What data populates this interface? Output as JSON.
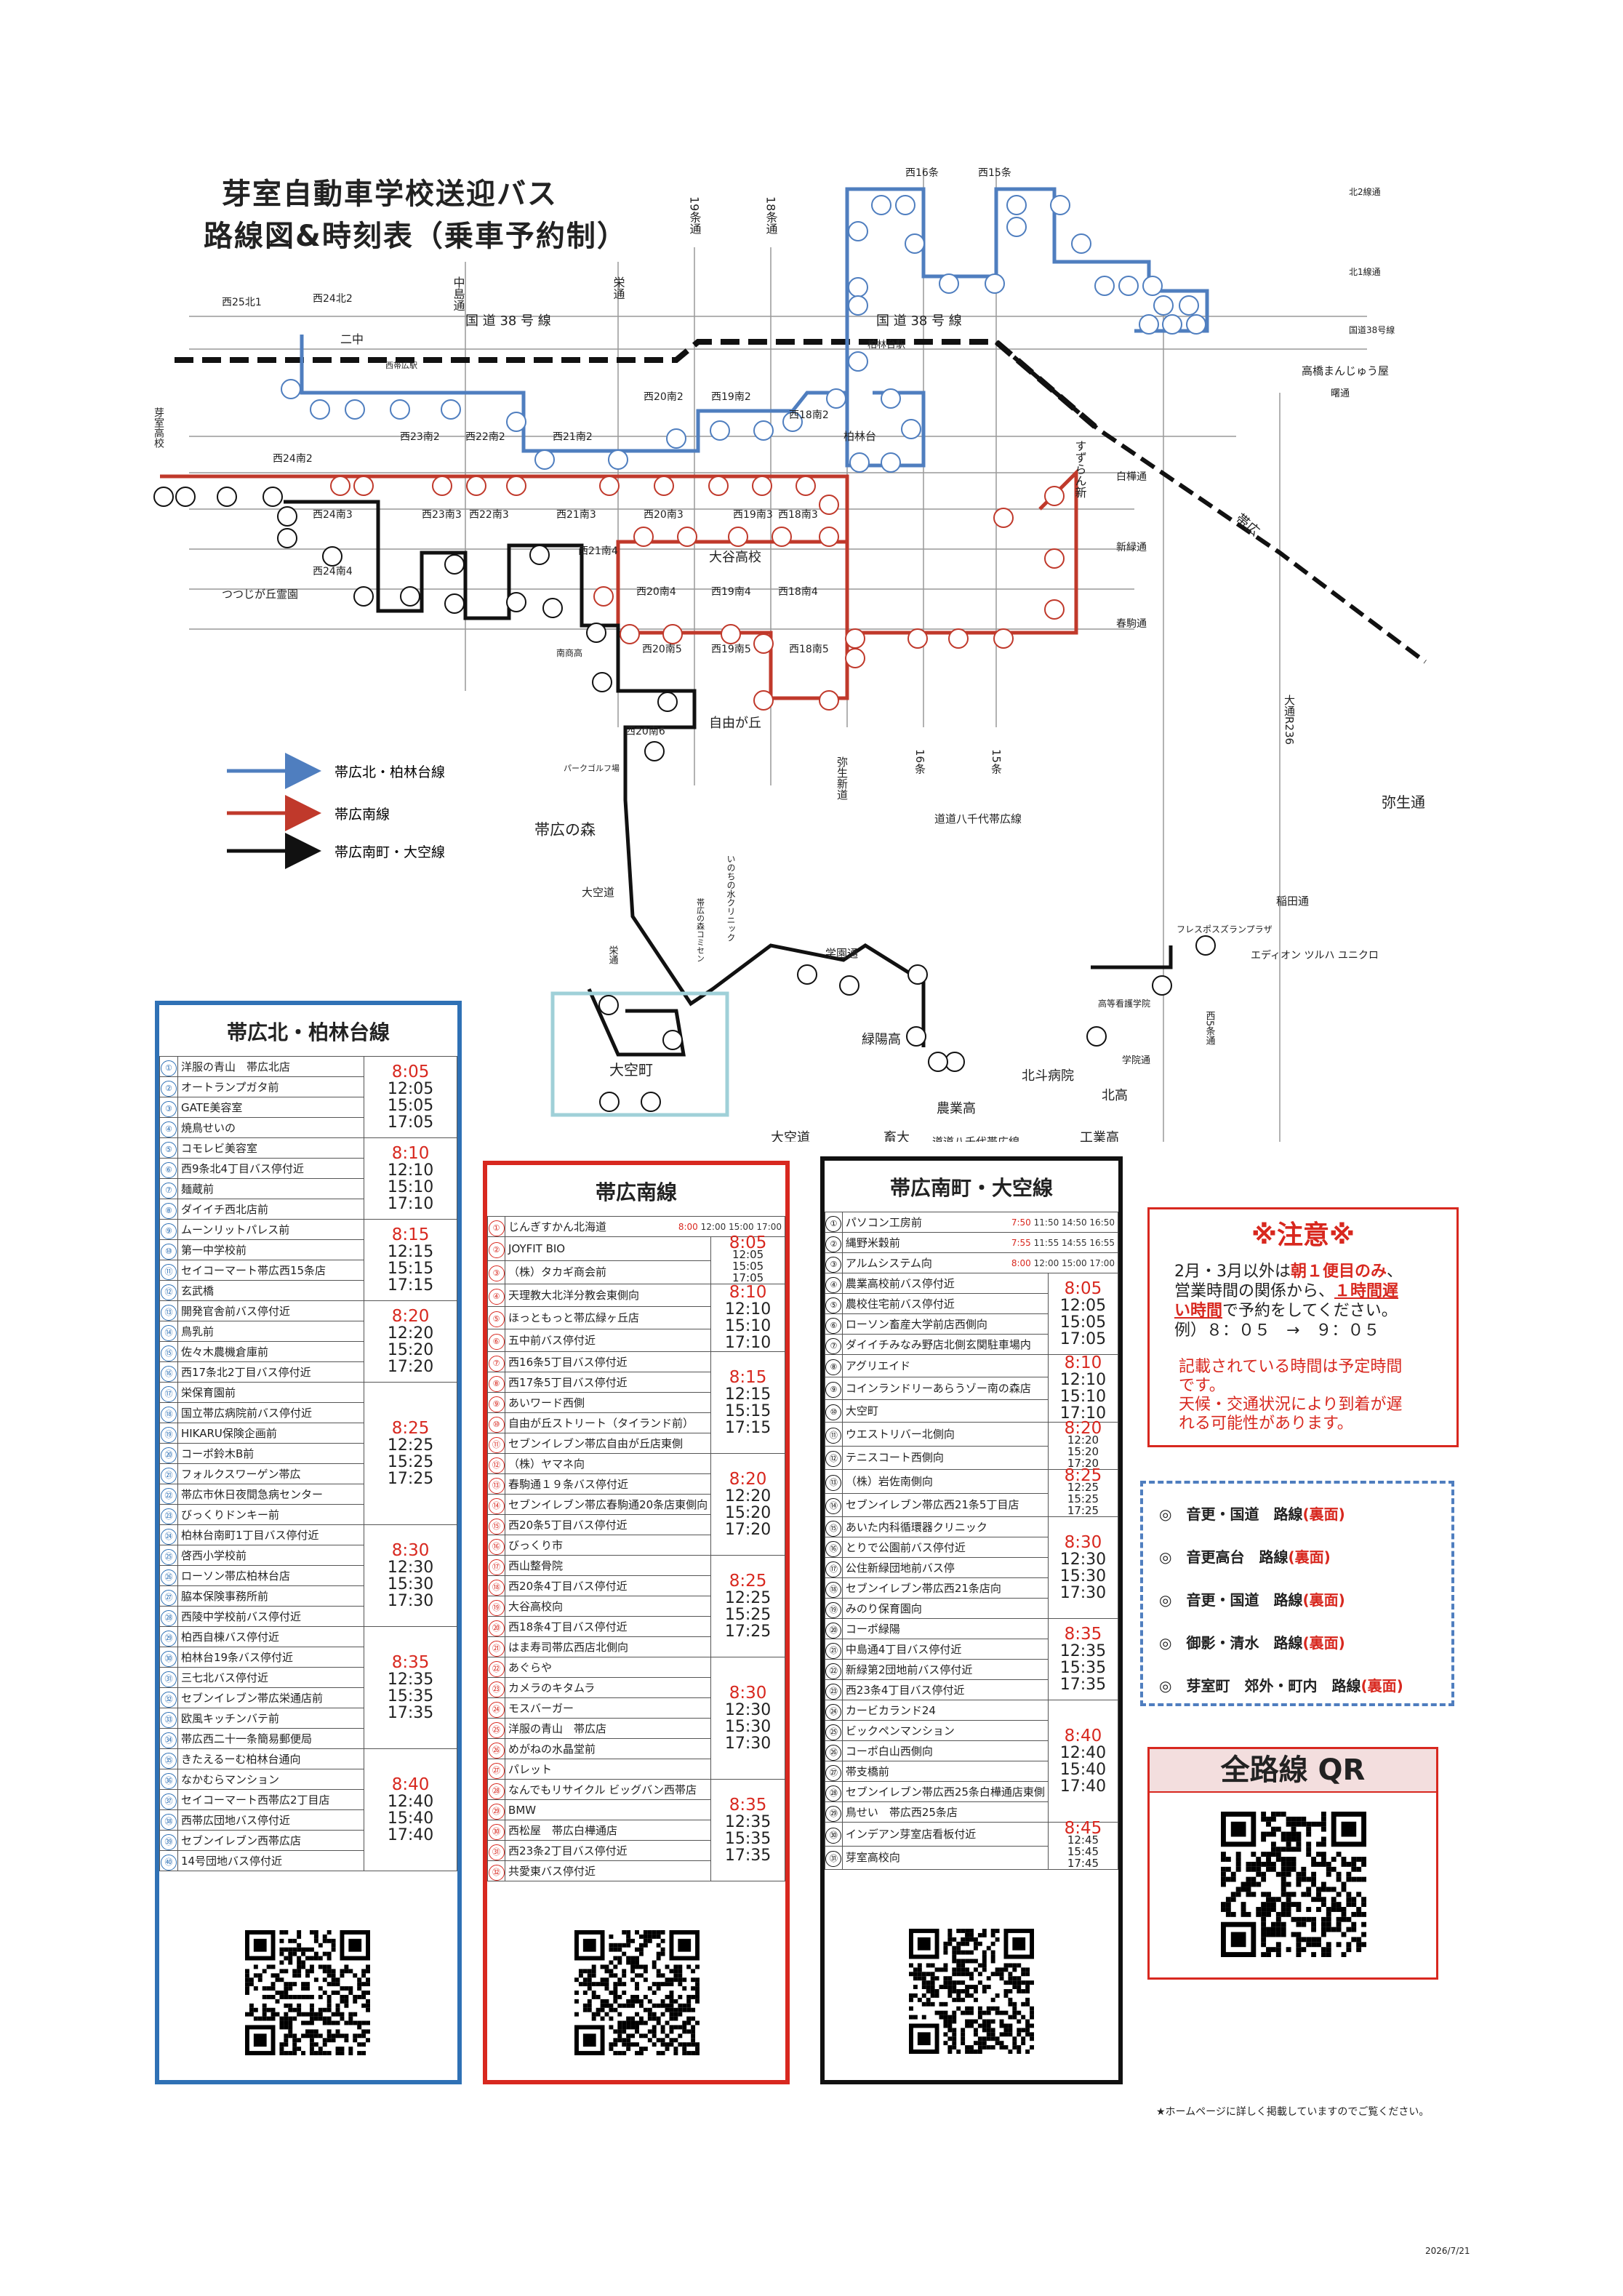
{
  "header": {
    "title_line1": "芽室自動車学校送迎バス",
    "title_line2": "路線図&時刻表（乗車予約制）"
  },
  "map": {
    "legend": [
      {
        "label": "帯広北・柏林台線",
        "color": "#4f7ebf"
      },
      {
        "label": "帯広南線",
        "color": "#c0392b"
      },
      {
        "label": "帯広南町・大空線",
        "color": "#111111"
      }
    ],
    "labels": {
      "west25n1": "西25北1",
      "west24n2": "西24北2",
      "nichu": "二中",
      "nishiobihiro": "西帯広駅",
      "kokudo38_left": "国 道 38 号 線",
      "kokudo38_right": "国 道 38 号 線",
      "nakajima": "中島通",
      "sakae": "栄通",
      "jo19": "19条通",
      "jo18": "18条通",
      "nishi16": "西16条",
      "nishi15": "西15条",
      "kita2": "北2線通",
      "kita1": "北1線通",
      "kokudo38tsu": "国道38号線",
      "hakurindaieki": "柏林台駅",
      "hakurindai": "柏林台",
      "memuro_koko": "芽室高校",
      "west23s2": "西23南2",
      "west22s2": "西22南2",
      "west21s2": "西21南2",
      "west20s2": "西20南2",
      "west19s2": "西19南2",
      "west18s2": "西18南2",
      "west24s2": "西24南2",
      "west24s3": "西24南3",
      "west23s3": "西23南3",
      "west22s3": "西22南3",
      "west21s3": "西21南3",
      "west20s3": "西20南3",
      "west19s3": "西19南3",
      "west18s3": "西18南3",
      "west21s4": "西21南4",
      "west20s4": "西20南4",
      "west19s4": "西19南4",
      "west18s4": "西18南4",
      "west24s4": "西24南4",
      "west20s5": "西20南5",
      "west19s5": "西19南5",
      "west18s5": "西18南5",
      "west20s6": "西20南6",
      "tsutsujigaoka": "つつじが丘霊園",
      "nanshoko": "南商高",
      "otani": "大谷高校",
      "jiyugaoka": "自由が丘",
      "hakuyo": "白樺通",
      "shinryoku": "新緑通",
      "haruko": "春駒通",
      "suzuran": "すずらん新",
      "takanashi": "高橋まんじゅう屋",
      "yotsuya": "曙通",
      "obihiro": "帯広",
      "park_golf": "パークゴルフ場",
      "obihiro_no_mori": "帯広の森",
      "yayoi_shinmichi": "弥生新道",
      "jo16": "16条",
      "jo15": "15条",
      "doudou": "道道八千代帯広線",
      "doudou2": "道道八千代帯広線",
      "odori": "大通R236",
      "yayoi": "弥生通",
      "inochi": "いのちの水クリニック",
      "mori_kokoyan": "帯広の森コミセン",
      "ozora_michi": "大空道",
      "sakae2": "栄通",
      "gakuen": "学園通",
      "kashiwa": "稲田通",
      "plaza": "フレスポスズランプラザ",
      "edeon": "エディオン ツルハ ユニクロ",
      "koutou_kango": "高等看護学院",
      "nishi5": "西5条通",
      "gakuin": "学院通",
      "ozora_cho": "大空町",
      "ryokuyo": "緑陽高",
      "hokuto": "北斗病院",
      "hokusho": "北高",
      "nouchiku": "農業高",
      "ozora_road": "大空道",
      "chikudai": "畜大",
      "kougyou": "工業高"
    }
  },
  "tables": {
    "north": {
      "title": "帯広北・柏林台線",
      "groups": [
        {
          "stops": [
            [
              "①",
              "洋服の青山　帯広北店"
            ],
            [
              "②",
              "オートランプガタ前"
            ],
            [
              "③",
              "GATE美容室"
            ],
            [
              "④",
              "焼鳥せいの"
            ]
          ],
          "times": [
            "8:05",
            "12:05",
            "15:05",
            "17:05"
          ]
        },
        {
          "stops": [
            [
              "⑤",
              "コモレビ美容室"
            ],
            [
              "⑥",
              "西9条北4丁目バス停付近"
            ],
            [
              "⑦",
              "麺蔵前"
            ],
            [
              "⑧",
              "ダイイチ西北店前"
            ]
          ],
          "times": [
            "8:10",
            "12:10",
            "15:10",
            "17:10"
          ]
        },
        {
          "stops": [
            [
              "⑨",
              "ムーンリットパレス前"
            ],
            [
              "⑩",
              "第一中学校前"
            ],
            [
              "⑪",
              "セイコーマート帯広西15条店"
            ],
            [
              "⑫",
              "玄武橋"
            ]
          ],
          "times": [
            "8:15",
            "12:15",
            "15:15",
            "17:15"
          ]
        },
        {
          "stops": [
            [
              "⑬",
              "開発官舎前バス停付近"
            ],
            [
              "⑭",
              "鳥乳前"
            ],
            [
              "⑮",
              "佐々木農機倉庫前"
            ],
            [
              "⑯",
              "西17条北2丁目バス停付近"
            ]
          ],
          "times": [
            "8:20",
            "12:20",
            "15:20",
            "17:20"
          ]
        },
        {
          "stops": [
            [
              "⑰",
              "栄保育園前"
            ],
            [
              "⑱",
              "国立帯広病院前バス停付近"
            ],
            [
              "⑲",
              "HIKARU保険企画前"
            ],
            [
              "⑳",
              "コーポ鈴木B前"
            ],
            [
              "㉑",
              "フォルクスワーゲン帯広"
            ],
            [
              "㉒",
              "帯広市休日夜間急病センター"
            ],
            [
              "㉓",
              "びっくりドンキー前"
            ]
          ],
          "times": [
            "8:25",
            "12:25",
            "15:25",
            "17:25"
          ]
        },
        {
          "stops": [
            [
              "㉔",
              "柏林台南町1丁目バス停付近"
            ],
            [
              "㉕",
              "啓西小学校前"
            ],
            [
              "㉖",
              "ローソン帯広柏林台店"
            ],
            [
              "㉗",
              "脇本保険事務所前"
            ],
            [
              "㉘",
              "西陵中学校前バス停付近"
            ]
          ],
          "times": [
            "8:30",
            "12:30",
            "15:30",
            "17:30"
          ]
        },
        {
          "stops": [
            [
              "㉙",
              "柏西自棟バス停付近"
            ],
            [
              "㉚",
              "柏林台19条バス停付近"
            ],
            [
              "㉛",
              "三七北バス停付近"
            ],
            [
              "㉜",
              "セブンイレブン帯広栄通店前"
            ],
            [
              "㉝",
              "欧風キッチンバテ前"
            ],
            [
              "㉞",
              "帯広西二十一条簡易郵便局"
            ]
          ],
          "times": [
            "8:35",
            "12:35",
            "15:35",
            "17:35"
          ]
        },
        {
          "stops": [
            [
              "㉟",
              "きたえるーむ柏林台通向"
            ],
            [
              "㊱",
              "なかむらマンション"
            ],
            [
              "㊲",
              "セイコーマート西帯広2丁目店"
            ],
            [
              "㊳",
              "西帯広団地バス停付近"
            ],
            [
              "㊴",
              "セブンイレブン西帯広店"
            ],
            [
              "㊵",
              "14号団地バス停付近"
            ]
          ],
          "times": [
            "8:40",
            "12:40",
            "15:40",
            "17:40"
          ]
        }
      ]
    },
    "south": {
      "title": "帯広南線",
      "first": [
        [
          "①",
          "じんぎすかん北海道"
        ]
      ],
      "first_inline": {
        "first": "8:00",
        "rest": "12:00 15:00 17:00"
      },
      "groups": [
        {
          "stops": [
            [
              "②",
              "JOYFIT BIO"
            ],
            [
              "③",
              "（株）タカギ商会前"
            ]
          ],
          "times_small": [
            "8:05",
            "12:05",
            "15:05",
            "17:05"
          ]
        },
        {
          "stops": [
            [
              "④",
              "天理教大北洋分教会東側向"
            ],
            [
              "⑤",
              "ほっともっと帯広緑ヶ丘店"
            ],
            [
              "⑥",
              "五中前バス停付近"
            ]
          ],
          "times": [
            "8:10",
            "12:10",
            "15:10",
            "17:10"
          ]
        },
        {
          "stops": [
            [
              "⑦",
              "西16条5丁目バス停付近"
            ],
            [
              "⑧",
              "西17条5丁目バス停付近"
            ],
            [
              "⑨",
              "あいワード西側"
            ],
            [
              "⑩",
              "自由が丘ストリート（タイランド前）"
            ],
            [
              "⑪",
              "セブンイレブン帯広自由が丘店東側"
            ]
          ],
          "times": [
            "8:15",
            "12:15",
            "15:15",
            "17:15"
          ]
        },
        {
          "stops": [
            [
              "⑫",
              "（株）ヤマネ向"
            ],
            [
              "⑬",
              "春駒通１９条バス停付近"
            ],
            [
              "⑭",
              "セブンイレブン帯広春駒通20条店東側向"
            ],
            [
              "⑮",
              "西20条5丁目バス停付近"
            ],
            [
              "⑯",
              "びっくり市"
            ]
          ],
          "times": [
            "8:20",
            "12:20",
            "15:20",
            "17:20"
          ]
        },
        {
          "stops": [
            [
              "⑰",
              "西山整骨院"
            ],
            [
              "⑱",
              "西20条4丁目バス停付近"
            ],
            [
              "⑲",
              "大谷高校向"
            ],
            [
              "⑳",
              "西18条4丁目バス停付近"
            ],
            [
              "㉑",
              "はま寿司帯広西店北側向"
            ]
          ],
          "times": [
            "8:25",
            "12:25",
            "15:25",
            "17:25"
          ]
        },
        {
          "stops": [
            [
              "㉒",
              "あぐらや"
            ],
            [
              "㉓",
              "カメラのキタムラ"
            ],
            [
              "㉔",
              "モスバーガー"
            ],
            [
              "㉕",
              "洋服の青山　帯広店"
            ],
            [
              "㉖",
              "めがねの水晶堂前"
            ],
            [
              "㉗",
              "パレット"
            ]
          ],
          "times": [
            "8:30",
            "12:30",
            "15:30",
            "17:30"
          ]
        },
        {
          "stops": [
            [
              "㉘",
              "なんでもリサイクル ビッグバン西帯店"
            ],
            [
              "㉙",
              "BMW"
            ],
            [
              "㉚",
              "西松屋　帯広白樺通店"
            ],
            [
              "㉛",
              "西23条2丁目バス停付近"
            ],
            [
              "㉜",
              "共愛東バス停付近"
            ]
          ],
          "times": [
            "8:35",
            "12:35",
            "15:35",
            "17:35"
          ]
        }
      ]
    },
    "southtown": {
      "title": "帯広南町・大空線",
      "inline_rows": [
        {
          "stop": [
            "①",
            "パソコン工房前"
          ],
          "first": "7:50",
          "rest": "11:50 14:50 16:50"
        },
        {
          "stop": [
            "②",
            "縄野米穀前"
          ],
          "first": "7:55",
          "rest": "11:55 14:55 16:55"
        },
        {
          "stop": [
            "③",
            "アルムシステム向"
          ],
          "first": "8:00",
          "rest": "12:00 15:00 17:00"
        }
      ],
      "groups": [
        {
          "stops": [
            [
              "④",
              "農業高校前バス停付近"
            ],
            [
              "⑤",
              "農校住宅前バス停付近"
            ],
            [
              "⑥",
              "ローソン畜産大学前店西側向"
            ],
            [
              "⑦",
              "ダイイチみなみ野店北側玄関駐車場内"
            ]
          ],
          "times": [
            "8:05",
            "12:05",
            "15:05",
            "17:05"
          ]
        },
        {
          "stops": [
            [
              "⑧",
              "アグリエイド"
            ],
            [
              "⑨",
              "コインランドリーあらうゾー南の森店"
            ],
            [
              "⑩",
              "大空町"
            ]
          ],
          "times": [
            "8:10",
            "12:10",
            "15:10",
            "17:10"
          ]
        },
        {
          "stops": [
            [
              "⑪",
              "ウエストリバー北側向"
            ],
            [
              "⑫",
              "テニスコート西側向"
            ]
          ],
          "times_small": [
            "8:20",
            "12:20",
            "15:20",
            "17:20"
          ]
        },
        {
          "stops": [
            [
              "⑬",
              "（株）岩佐南側向"
            ],
            [
              "⑭",
              "セブンイレブン帯広西21条5丁目店"
            ]
          ],
          "times_small": [
            "8:25",
            "12:25",
            "15:25",
            "17:25"
          ]
        },
        {
          "stops": [
            [
              "⑮",
              "あいた内科循環器クリニック"
            ],
            [
              "⑯",
              "とりで公園前バス停付近"
            ],
            [
              "⑰",
              "公住新緑団地前バス停"
            ],
            [
              "⑱",
              "セブンイレブン帯広西21条店向"
            ],
            [
              "⑲",
              "みのり保育園向"
            ]
          ],
          "times": [
            "8:30",
            "12:30",
            "15:30",
            "17:30"
          ]
        },
        {
          "stops": [
            [
              "⑳",
              "コーポ緑陽"
            ],
            [
              "㉑",
              "中島通4丁目バス停付近"
            ],
            [
              "㉒",
              "新緑第2団地前バス停付近"
            ],
            [
              "㉓",
              "西23条4丁目バス停付近"
            ]
          ],
          "times": [
            "8:35",
            "12:35",
            "15:35",
            "17:35"
          ]
        },
        {
          "stops": [
            [
              "㉔",
              "カービカランド24"
            ],
            [
              "㉕",
              "ビックペンマンション"
            ],
            [
              "㉖",
              "コーポ白山西側向"
            ],
            [
              "㉗",
              "帯支橋前"
            ],
            [
              "㉘",
              "セブンイレブン帯広西25条白樺通店東側"
            ],
            [
              "㉙",
              "鳥せい　帯広西25条店"
            ]
          ],
          "times": [
            "8:40",
            "12:40",
            "15:40",
            "17:40"
          ]
        },
        {
          "stops": [
            [
              "㉚",
              "インデアン芽室店看板付近"
            ],
            [
              "㉛",
              "芽室高校向"
            ]
          ],
          "times_small": [
            "8:45",
            "12:45",
            "15:45",
            "17:45"
          ]
        }
      ]
    }
  },
  "notice": {
    "title": "※注意※",
    "line1": "2月・3月以外は",
    "line1_red": "朝１便目のみ",
    "line1_end": "、",
    "line2": "営業時間の関係から、",
    "line2_red": "１時間遅",
    "line3_red": "い時間",
    "line3": "で予約をしてください。",
    "line4": "例）８：０５　→　９：０５",
    "para2_line1": "記載されている時間は予定時間",
    "para2_line2": "です。",
    "para2_line3": "天候・交通状況により到着が遅",
    "para2_line4": "れる可能性があります。"
  },
  "other_routes": {
    "items": [
      {
        "mark": "◎",
        "name": "音更・国道　路線",
        "tag": "(裏面)"
      },
      {
        "mark": "◎",
        "name": "音更高台　路線",
        "tag": "(裏面)"
      },
      {
        "mark": "◎",
        "name": "音更・国道　路線",
        "tag": "(裏面)"
      },
      {
        "mark": "◎",
        "name": "御影・清水　路線",
        "tag": "(裏面)"
      },
      {
        "mark": "◎",
        "name": "芽室町　郊外・町内　路線",
        "tag": "(裏面)"
      }
    ]
  },
  "qr_all": {
    "title": "全路線 QR"
  },
  "footer": {
    "note": "★ホームページに詳しく掲載していますのでご覧ください。",
    "date": "2026/7/21"
  },
  "colors": {
    "blue": "#4f7ebf",
    "red": "#d8281f",
    "dark": "#111111",
    "cyan_box": "#9fd0d8"
  }
}
